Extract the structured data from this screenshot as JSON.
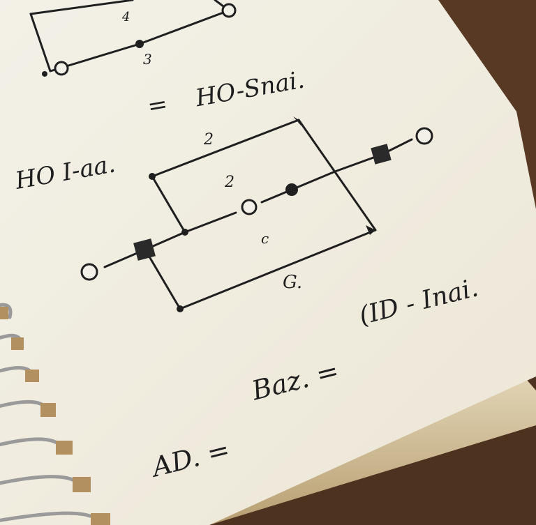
{
  "photo": {
    "subject": "spiral notebook page with handwritten circuit sketch",
    "colors": {
      "desk": "#4a2f1e",
      "paper": "#f1efe4",
      "paper_edge": "#d7c9a6",
      "ink": "#1f1f1f",
      "spiral": "#9a9a9a",
      "spiral_clip": "#b39060"
    }
  },
  "notebook": {
    "top_diagram": {
      "labels": {
        "top": "4",
        "bottom": "3"
      }
    },
    "equation_1": {
      "left": "HO I-aa.",
      "equals": "=",
      "right": "HO-Snai."
    },
    "main_diagram": {
      "labels": {
        "top": "2",
        "inner_top": "2",
        "inner_mid": "c",
        "bottom": "G."
      }
    },
    "equation_2": {
      "left": "AD. =",
      "middle": "Baz. =",
      "right": "(ID - Inai."
    }
  }
}
